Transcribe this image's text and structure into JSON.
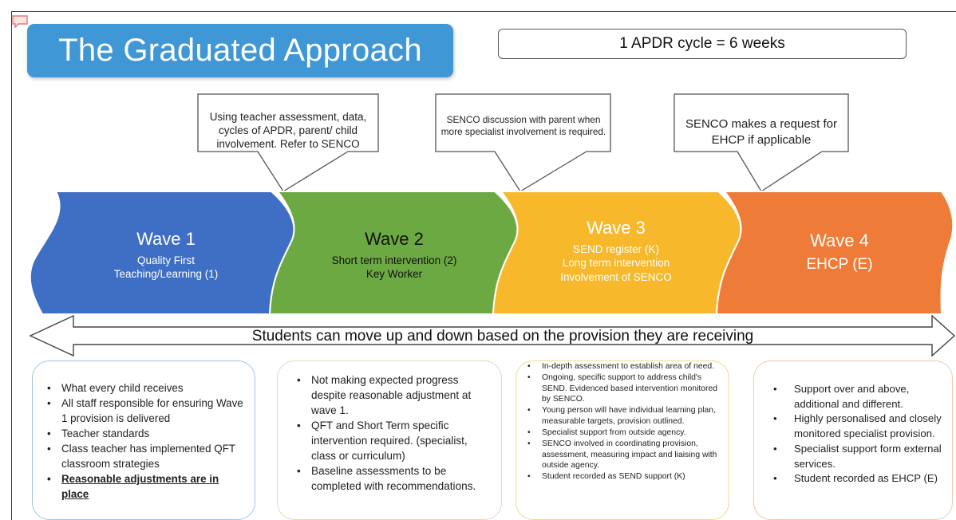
{
  "title": "The Graduated Approach",
  "cycle_note": "1 APDR cycle = 6 weeks",
  "callouts": [
    "Using teacher assessment, data, cycles of APDR, parent/ child involvement. Refer to SENCO",
    "SENCO discussion with parent when more specialist involvement is required.",
    "SENCO makes a request for EHCP if applicable"
  ],
  "waves": [
    {
      "title": "Wave 1",
      "lines": [
        "Quality First",
        "Teaching/Learning (1)"
      ],
      "color": "#3f6fc4"
    },
    {
      "title": "Wave 2",
      "lines": [
        "Short term intervention (2)",
        "Key Worker"
      ],
      "color": "#6ca942"
    },
    {
      "title": "Wave 3",
      "lines": [
        "SEND register (K)",
        "Long term intervention",
        "Involvement of SENCO"
      ],
      "color": "#f8b82c"
    },
    {
      "title": "Wave 4",
      "lines": [
        "EHCP (E)"
      ],
      "color": "#ee7b37"
    }
  ],
  "arrow_text": "Students can move up and down based on the provision they are receiving",
  "panels": [
    {
      "border_color": "#9fc3e6",
      "items": [
        "What every child receives",
        "All staff responsible for ensuring Wave 1 provision is delivered",
        "Teacher standards",
        "Class teacher has implemented QFT classroom  strategies",
        "Reasonable adjustments are in place"
      ]
    },
    {
      "border_color": "#e3d9b4",
      "items": [
        "Not making expected progress despite reasonable adjustment at wave 1.",
        "QFT and Short Term specific intervention required. (specialist, class or curriculum)",
        "Baseline assessments to be completed with recommendations."
      ]
    },
    {
      "border_color": "#f5d88a",
      "items": [
        "In-depth assessment to establish area of need.",
        "Ongoing, specific support to address child's SEND.  Evidenced based intervention monitored by SENCO.",
        "Young person will have individual learning  plan, measurable targets, provision outlined.",
        "Specialist support from outside agency.",
        "SENCO involved in coordinating provision, assessment, measuring impact and liaising with outside agency.",
        "Student recorded as SEND support (K)"
      ]
    },
    {
      "border_color": "#f2c8a8",
      "items": [
        "Support over and above, additional and different.",
        "Highly personalised and closely monitored specialist provision.",
        "Specialist support form external services.",
        "Student recorded as EHCP (E)"
      ]
    }
  ]
}
